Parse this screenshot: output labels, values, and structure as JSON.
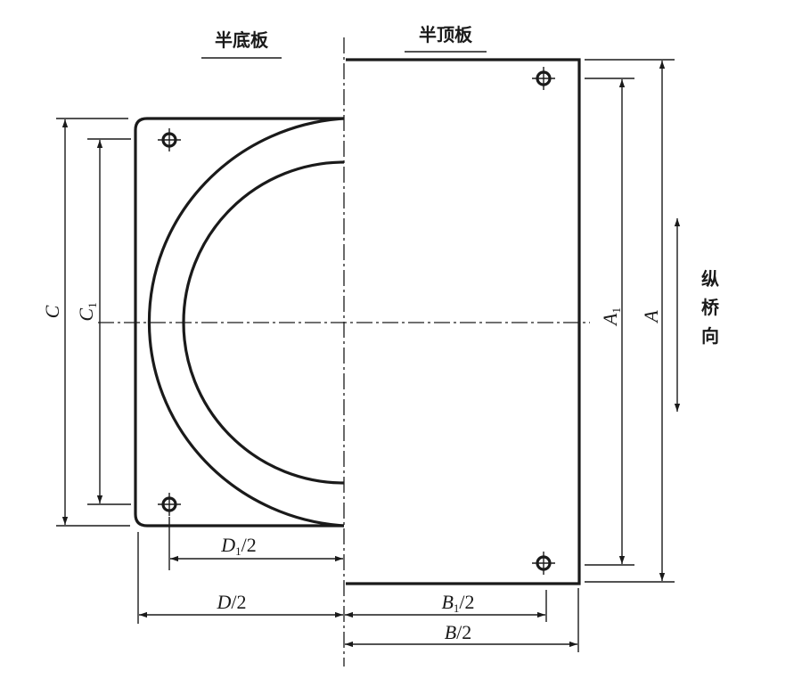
{
  "titles": {
    "bottom_plate": "半底板",
    "top_plate": "半顶板"
  },
  "direction_label": [
    "纵",
    "桥",
    "向"
  ],
  "dimensions": {
    "C": {
      "main": "C",
      "sub": ""
    },
    "C1": {
      "main": "C",
      "sub": "1"
    },
    "A": {
      "main": "A",
      "sub": ""
    },
    "A1": {
      "main": "A",
      "sub": "1"
    },
    "D1_half": {
      "main": "D",
      "sub": "1",
      "suffix": "/2"
    },
    "D_half": {
      "main": "D",
      "sub": "",
      "suffix": "/2"
    },
    "B1_half": {
      "main": "B",
      "sub": "1",
      "suffix": "/2"
    },
    "B_half": {
      "main": "B",
      "sub": "",
      "suffix": "/2"
    }
  },
  "colors": {
    "ink": "#1a1a1a",
    "background": "#ffffff"
  }
}
